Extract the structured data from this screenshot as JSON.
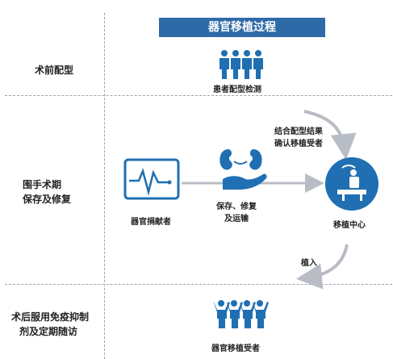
{
  "title": "器官移植过程",
  "stages": {
    "pre_op": "术前配型",
    "peri_op_line1": "围手术期",
    "peri_op_line2": "保存及修复",
    "post_op_line1": "术后服用免疫抑制",
    "post_op_line2": "剂及定期随访"
  },
  "nodes": {
    "patient_matching": "患者配型检测",
    "donor": "器官捐献者",
    "preserve_line1": "保存、修复",
    "preserve_line2": "及运输",
    "center": "移植中心",
    "recipient": "器官移植受者"
  },
  "arrows": {
    "match_line1": "结合配型结果",
    "match_line2": "确认移植受者",
    "implant": "植入"
  },
  "colors": {
    "primary": "#2f6aa8",
    "icon": "#1f6fb2",
    "arrow": "#b8bcc4",
    "divider": "#9aa3b2"
  }
}
